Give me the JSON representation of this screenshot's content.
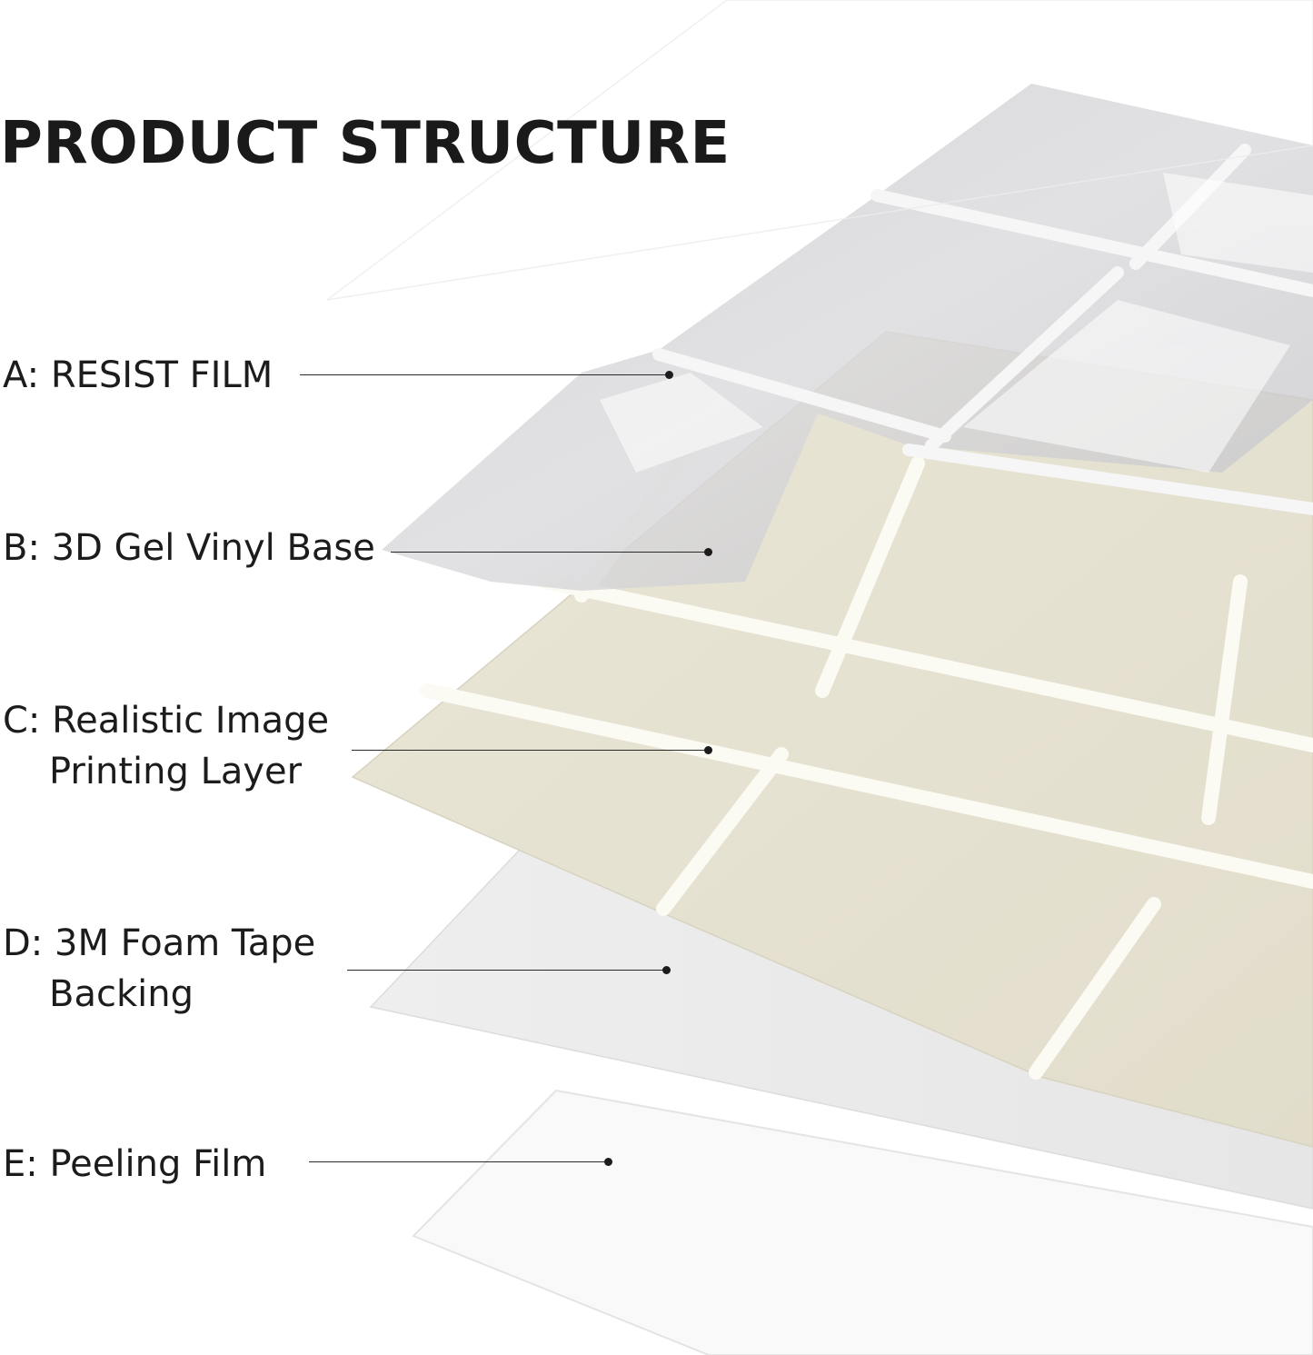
{
  "title": "PRODUCT STRUCTURE",
  "layers": [
    {
      "line1": "A: RESIST FILM",
      "line2": ""
    },
    {
      "line1": "B: 3D Gel Vinyl Base",
      "line2": ""
    },
    {
      "line1": "C: Realistic Image",
      "line2": "Printing Layer"
    },
    {
      "line1": "D: 3M Foam Tape",
      "line2": "Backing"
    },
    {
      "line1": "E: Peeling Film",
      "line2": ""
    }
  ],
  "colors": {
    "background": "#ffffff",
    "text": "#1c1c1c",
    "tile_cream": "#ebe8dc",
    "grout": "#fbfaf4",
    "gel_clear": "#d0d0d2",
    "foam_gray": "#ececec",
    "peeling_white": "#f8f8f8"
  }
}
